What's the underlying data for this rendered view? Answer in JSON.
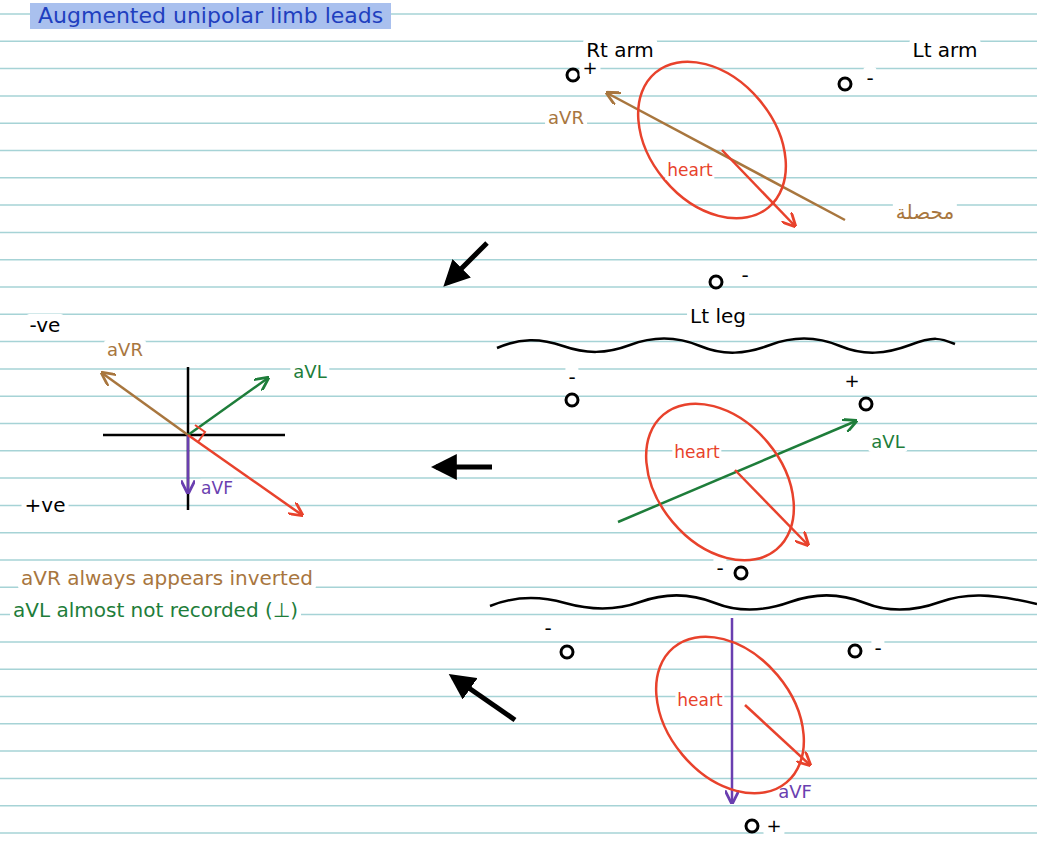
{
  "diagram": {
    "title": "Augmented unipolar limb leads",
    "nodes": [
      {
        "text": [
          "heart"
        ]
      },
      {
        "text": [
          "heart"
        ]
      },
      {
        "text": [
          "heart"
        ]
      }
    ],
    "labels": [
      "Rt arm",
      "+",
      "Lt arm",
      "-",
      "aVR",
      "محصلة",
      "-",
      "Lt leg",
      "-",
      "+",
      "aVL",
      "-",
      "-",
      "-",
      "aVF",
      "+",
      "-ve",
      "aVR",
      "aVL",
      "aVF",
      "+ve",
      "aVR always appears inverted",
      "aVL almost not recorded (⊥)"
    ]
  }
}
